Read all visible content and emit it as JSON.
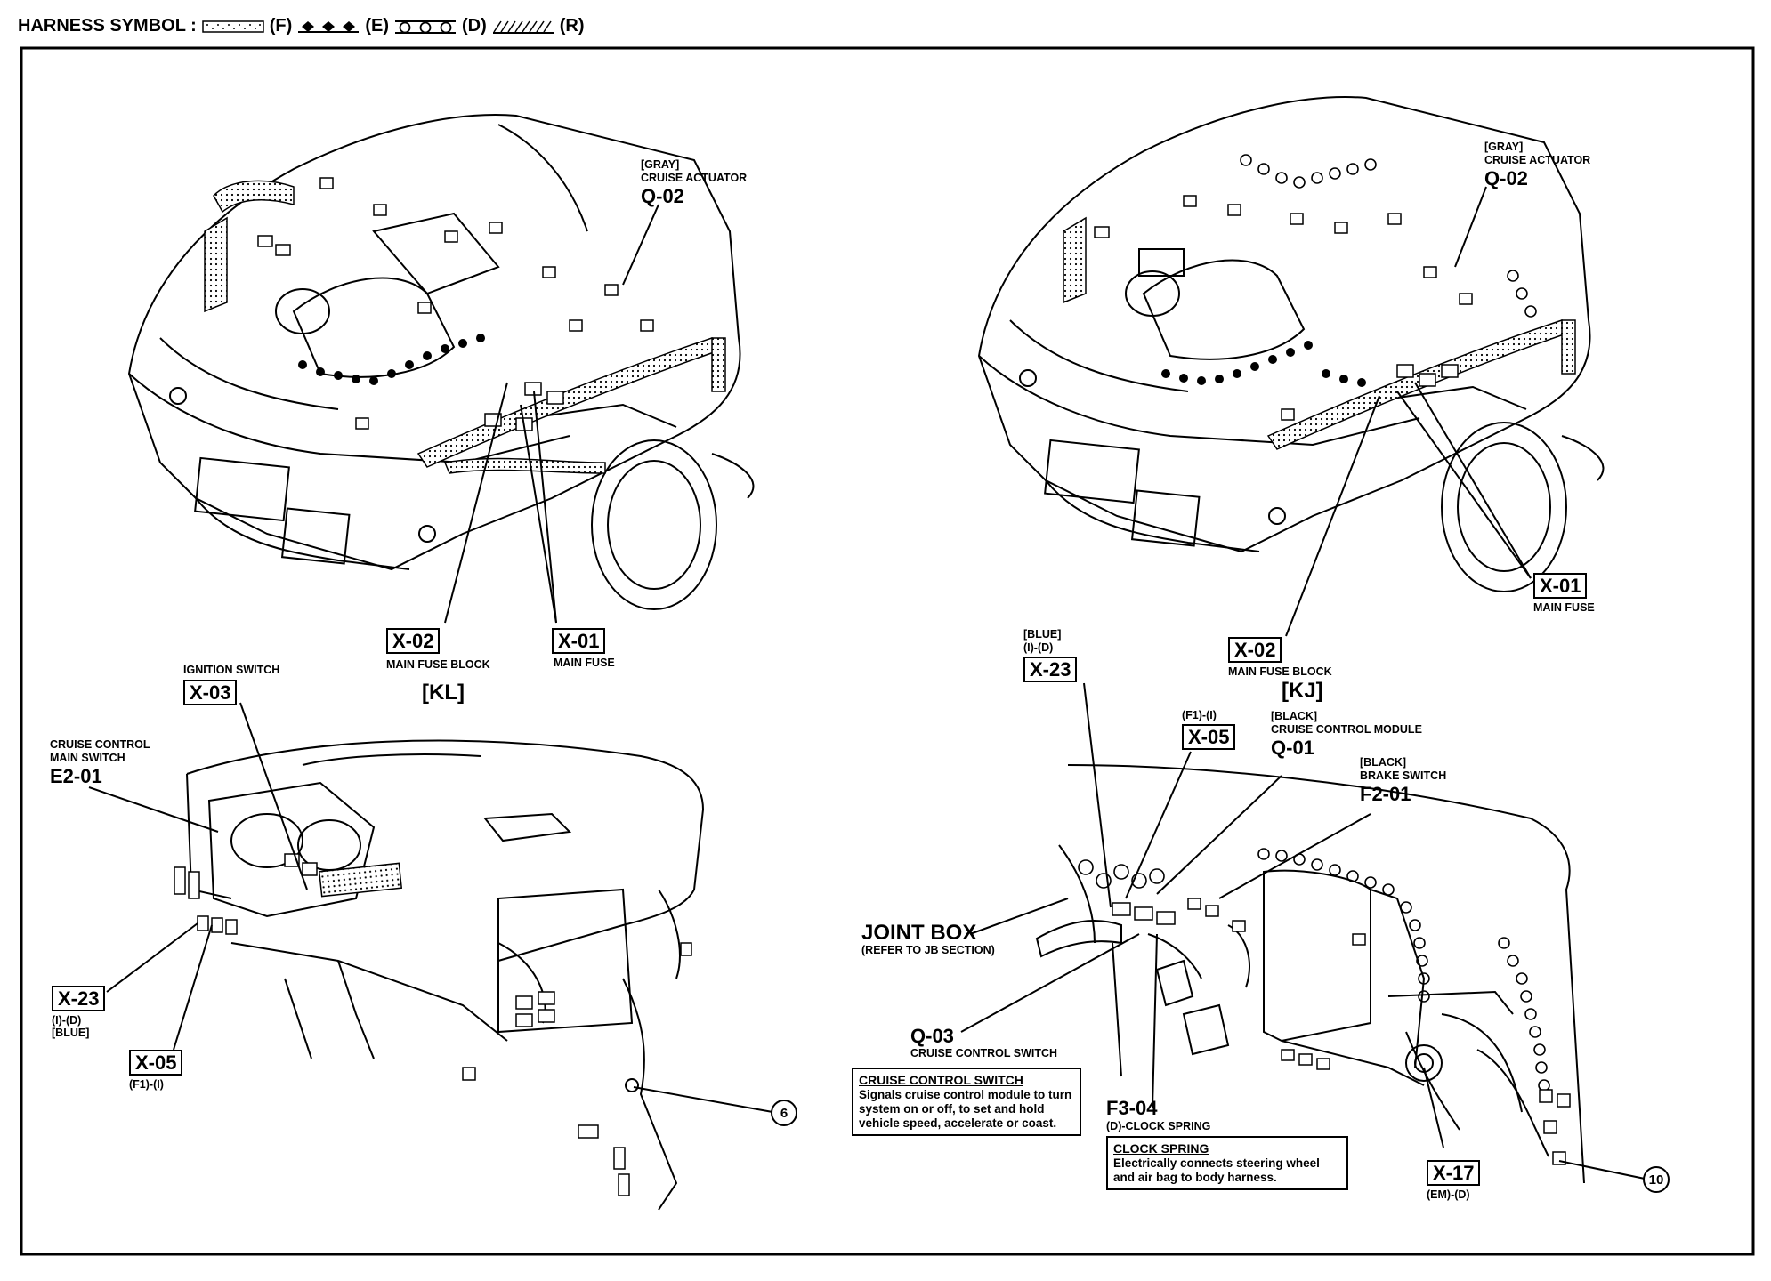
{
  "header": {
    "title": "HARNESS SYMBOL :",
    "symbols": [
      {
        "code": "(F)",
        "icon": "dotted-band-icon"
      },
      {
        "code": "(E)",
        "icon": "diamond-chain-icon"
      },
      {
        "code": "(D)",
        "icon": "circle-chain-icon"
      },
      {
        "code": "(R)",
        "icon": "hatched-band-icon"
      }
    ]
  },
  "views": {
    "kl": {
      "title": "[KL]",
      "q02": {
        "color": "[GRAY]",
        "name": "CRUISE ACTUATOR",
        "code": "Q-02"
      },
      "x02": {
        "code": "X-02",
        "name": "MAIN FUSE BLOCK"
      },
      "x01": {
        "code": "X-01",
        "name": "MAIN FUSE"
      }
    },
    "kj": {
      "title": "[KJ]",
      "q02": {
        "color": "[GRAY]",
        "name": "CRUISE ACTUATOR",
        "code": "Q-02"
      },
      "x02": {
        "code": "X-02",
        "name": "MAIN FUSE BLOCK"
      },
      "x01": {
        "code": "X-01",
        "name": "MAIN FUSE"
      }
    },
    "dash_left": {
      "x03": {
        "name": "IGNITION SWITCH",
        "code": "X-03"
      },
      "e201": {
        "name1": "CRUISE CONTROL",
        "name2": "MAIN SWITCH",
        "code": "E2-01"
      },
      "x23": {
        "code": "X-23",
        "sub1": "(I)-(D)",
        "sub2": "[BLUE]"
      },
      "x05": {
        "code": "X-05",
        "sub": "(F1)-(I)"
      },
      "ground": "6"
    },
    "dash_right": {
      "x23": {
        "color": "[BLUE]",
        "sub": "(I)-(D)",
        "code": "X-23"
      },
      "x05": {
        "sub": "(F1)-(I)",
        "code": "X-05"
      },
      "q01": {
        "color": "[BLACK]",
        "name": "CRUISE CONTROL MODULE",
        "code": "Q-01"
      },
      "f201": {
        "color": "[BLACK]",
        "name": "BRAKE SWITCH",
        "code": "F2-01"
      },
      "joint_box": {
        "name": "JOINT BOX",
        "sub": "(REFER TO JB SECTION)"
      },
      "q03": {
        "code": "Q-03",
        "name": "CRUISE CONTROL SWITCH"
      },
      "note_switch": {
        "title": "CRUISE CONTROL SWITCH",
        "body": "Signals cruise control module to turn system on or off, to set and hold vehicle speed, accelerate or coast."
      },
      "f304": {
        "code": "F3-04",
        "sub": "(D)-CLOCK SPRING"
      },
      "note_clock": {
        "title": "CLOCK SPRING",
        "body": "Electrically connects steering wheel and air bag to body harness."
      },
      "x17": {
        "code": "X-17",
        "sub": "(EM)-(D)"
      },
      "ground": "10"
    }
  }
}
